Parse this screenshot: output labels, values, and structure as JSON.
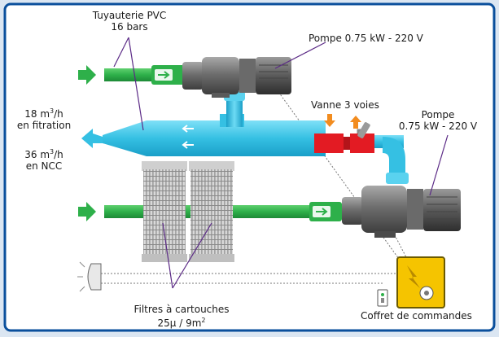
{
  "labels": {
    "pvc_piping": {
      "line1": "Tuyauterie PVC",
      "line2": "16 bars"
    },
    "pump_top": "Pompe 0.75 kW - 220 V",
    "valve": "Vanne 3 voies",
    "pump_right": {
      "line1": "Pompe",
      "line2": "0.75 kW - 220 V"
    },
    "flow_filtration": {
      "value": "18 m",
      "sup": "3",
      "unit": "/h",
      "mode": "en fitration"
    },
    "flow_ncc": {
      "value": "36 m",
      "sup": "3",
      "unit": "/h",
      "mode": "en NCC"
    },
    "filters": {
      "line1": "Filtres à cartouches",
      "line2": "25μ / 9m",
      "sup": "2"
    },
    "control_box": "Coffret de commandes"
  },
  "colors": {
    "frame": "#0a4f9c",
    "outer_bg": "#dbe6f2",
    "inlet_pipe": "#2eb04a",
    "return_pipe": "#3cc3e6",
    "valve": "#e31b23",
    "pump_body": "#7a7a7a",
    "control_box": "#f5c400"
  },
  "icons": [
    "inlet-arrow-icon",
    "outlet-arrow-icon",
    "flow-direction-icon",
    "lamp-icon",
    "lightning-icon",
    "switch-icon"
  ]
}
